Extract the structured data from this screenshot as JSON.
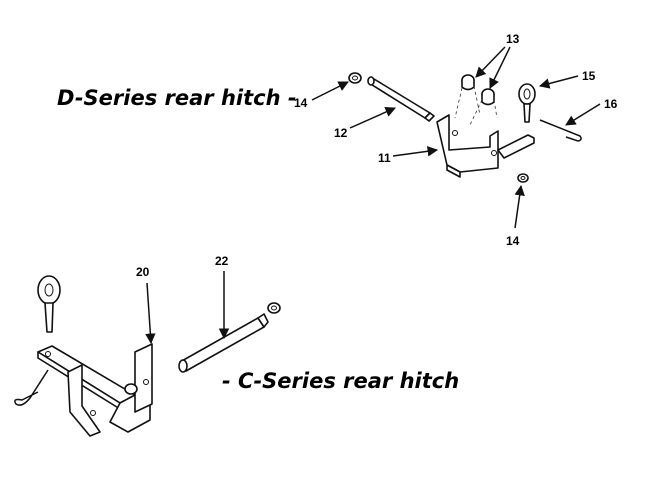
{
  "titles": {
    "d_series": "D-Series rear hitch -",
    "c_series": "-  C-Series rear hitch"
  },
  "callouts": {
    "d_14_top": "14",
    "d_14_bottom": "14",
    "d_13": "13",
    "d_15": "15",
    "d_16": "16",
    "d_12": "12",
    "d_11": "11",
    "c_20": "20",
    "c_22": "22"
  },
  "colors": {
    "ink": "#111111",
    "background": "#ffffff"
  }
}
